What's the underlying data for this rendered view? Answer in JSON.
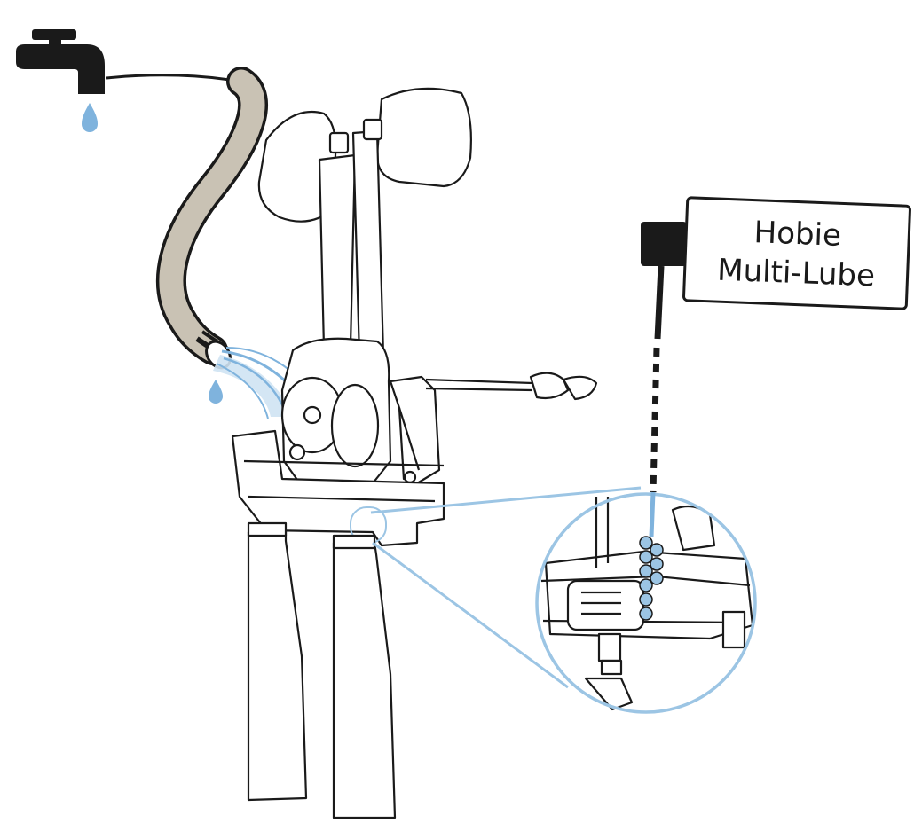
{
  "label": {
    "line1": "Hobie",
    "line2": "Multi-Lube"
  },
  "colors": {
    "ink": "#1a1a1a",
    "hose_fill": "#c9c2b4",
    "water": "#7fb3dd",
    "water_light": "#cfe3f3",
    "magnifier": "#9cc5e4"
  },
  "icons": [
    "faucet-icon",
    "water-drop-icon",
    "garden-hose",
    "lube-bottle-icon"
  ]
}
